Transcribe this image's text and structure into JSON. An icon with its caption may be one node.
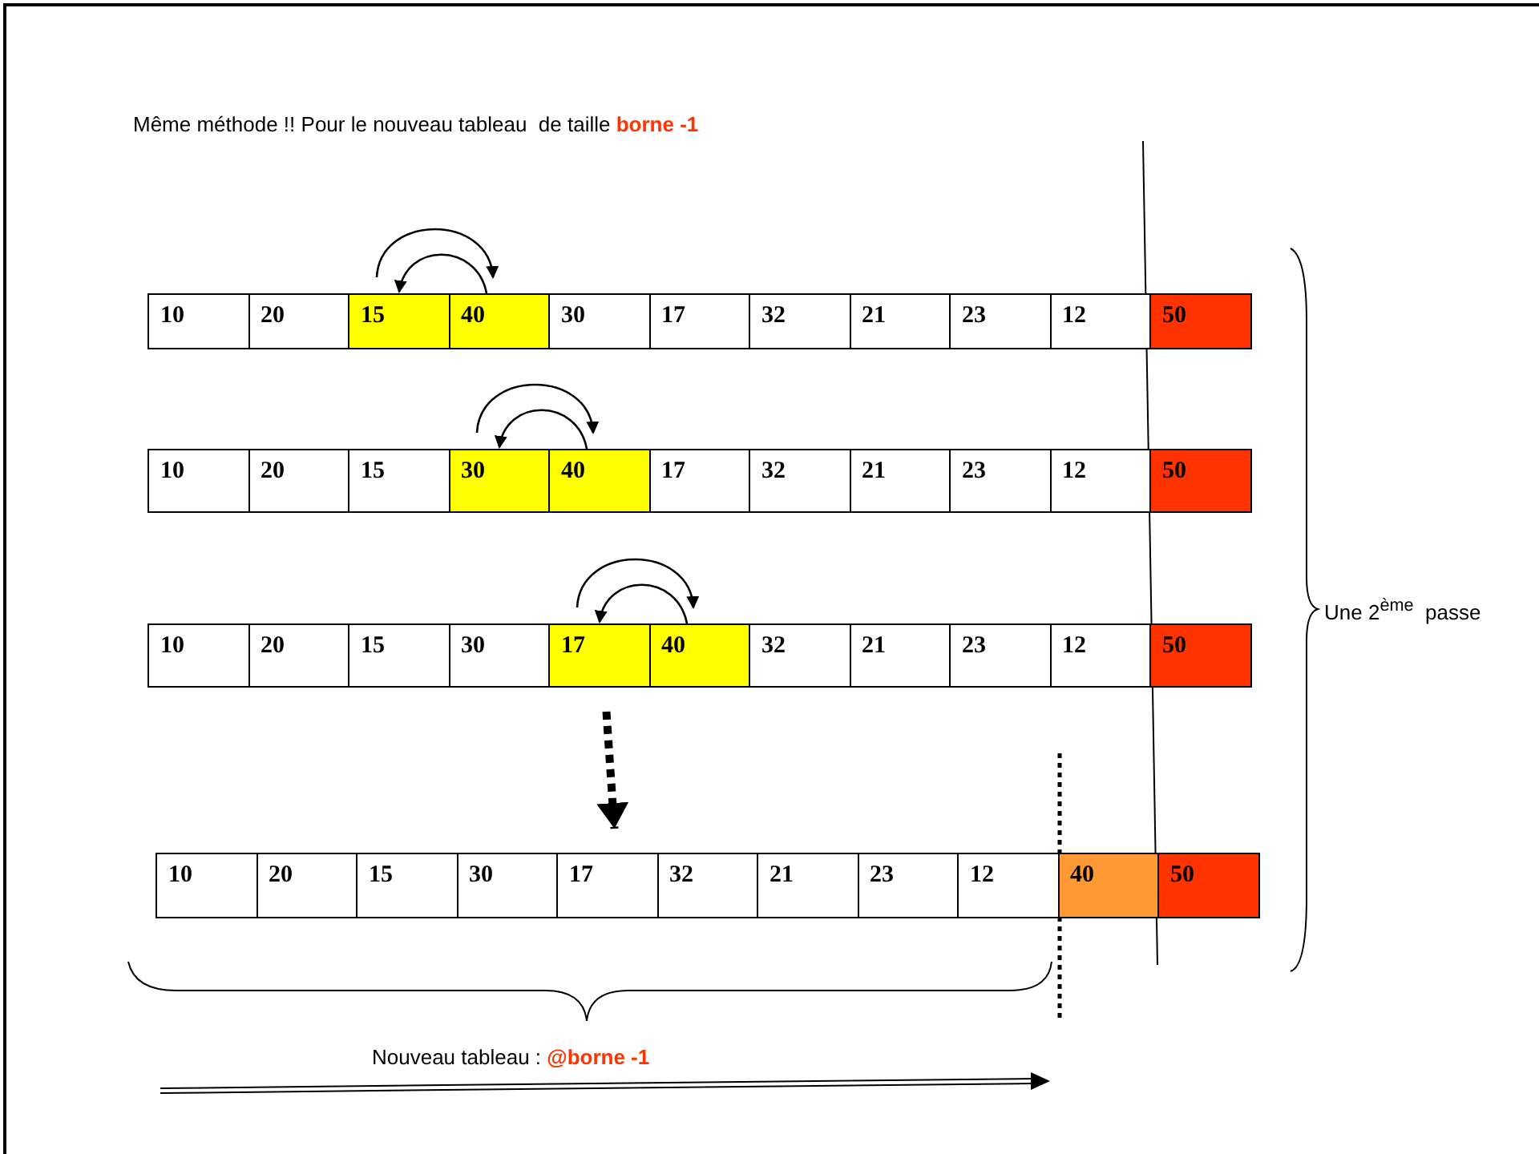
{
  "diagram": {
    "title": "Même méthode !! Pour le nouveau tableau  de taille **borne -1**",
    "nodes": [
      {
        "text": [
          "10"
        ]
      },
      {
        "text": [
          "20"
        ]
      },
      {
        "text": [
          "15"
        ]
      },
      {
        "text": [
          "40"
        ]
      },
      {
        "text": [
          "30"
        ]
      },
      {
        "text": [
          "17"
        ]
      },
      {
        "text": [
          "32"
        ]
      },
      {
        "text": [
          "21"
        ]
      },
      {
        "text": [
          "23"
        ]
      },
      {
        "text": [
          "12"
        ]
      },
      {
        "text": [
          "50"
        ]
      },
      {
        "text": [
          "10"
        ]
      },
      {
        "text": [
          "20"
        ]
      },
      {
        "text": [
          "15"
        ]
      },
      {
        "text": [
          "30"
        ]
      },
      {
        "text": [
          "40"
        ]
      },
      {
        "text": [
          "17"
        ]
      },
      {
        "text": [
          "32"
        ]
      },
      {
        "text": [
          "21"
        ]
      },
      {
        "text": [
          "23"
        ]
      },
      {
        "text": [
          "12"
        ]
      },
      {
        "text": [
          "50"
        ]
      },
      {
        "text": [
          "10"
        ]
      },
      {
        "text": [
          "20"
        ]
      },
      {
        "text": [
          "15"
        ]
      },
      {
        "text": [
          "30"
        ]
      },
      {
        "text": [
          "17"
        ]
      },
      {
        "text": [
          "40"
        ]
      },
      {
        "text": [
          "32"
        ]
      },
      {
        "text": [
          "21"
        ]
      },
      {
        "text": [
          "23"
        ]
      },
      {
        "text": [
          "12"
        ]
      },
      {
        "text": [
          "50"
        ]
      },
      {
        "text": [
          "10"
        ]
      },
      {
        "text": [
          "20"
        ]
      },
      {
        "text": [
          "15"
        ]
      },
      {
        "text": [
          "30"
        ]
      },
      {
        "text": [
          "17"
        ]
      },
      {
        "text": [
          "32"
        ]
      },
      {
        "text": [
          "21"
        ]
      },
      {
        "text": [
          "23"
        ]
      },
      {
        "text": [
          "12"
        ]
      },
      {
        "text": [
          "40"
        ]
      },
      {
        "text": [
          "50"
        ]
      }
    ],
    "edges": [
      {
        "from": 2,
        "to": 3,
        "arrow": "to"
      },
      {
        "from": 3,
        "to": 2,
        "arrow": "to"
      },
      {
        "from": 14,
        "to": 15,
        "arrow": "to"
      },
      {
        "from": 15,
        "to": 14,
        "arrow": "to"
      },
      {
        "from": 26,
        "to": 27,
        "arrow": "to"
      },
      {
        "from": 27,
        "to": 26,
        "arrow": "to"
      },
      {
        "from": 26,
        "to": 37,
        "arrow": "to",
        "style": "dashed"
      }
    ],
    "labels": [
      "Une 2$^{ème}$  passe",
      "Nouveau tableau : **@borne -1**"
    ]
  }
}
